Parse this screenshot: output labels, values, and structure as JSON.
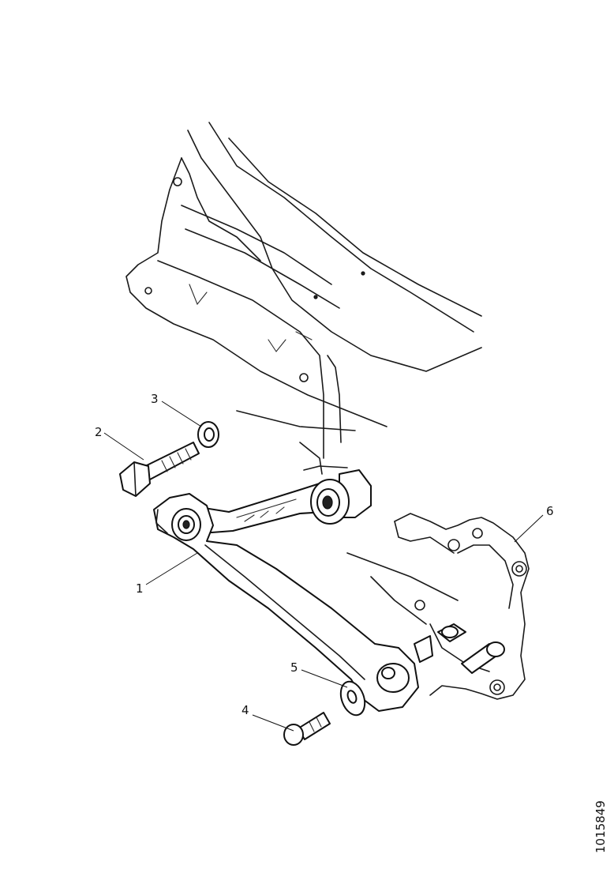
{
  "figure": {
    "reference_number": "1015849",
    "callouts": [
      {
        "id": "1",
        "label": "1"
      },
      {
        "id": "2",
        "label": "2"
      },
      {
        "id": "3",
        "label": "3"
      },
      {
        "id": "4",
        "label": "4"
      },
      {
        "id": "5",
        "label": "5"
      },
      {
        "id": "6",
        "label": "6"
      }
    ]
  }
}
